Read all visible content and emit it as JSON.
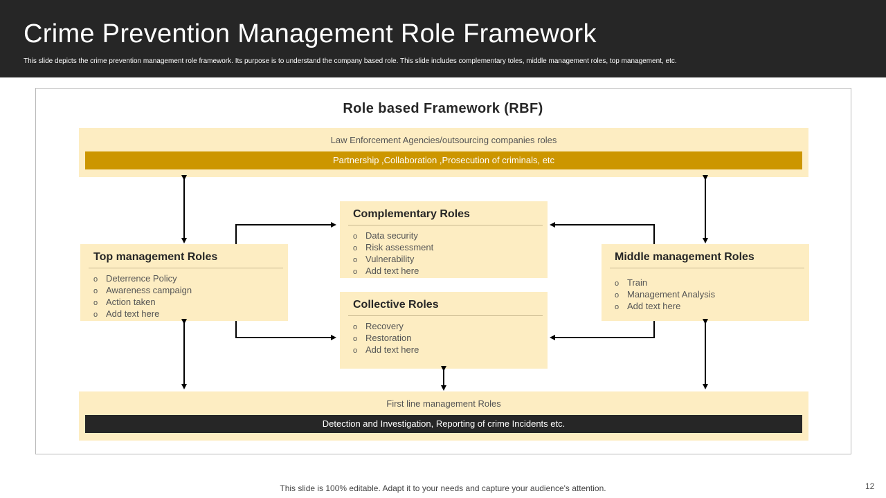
{
  "header": {
    "title": "Crime Prevention Management Role Framework",
    "subtitle": "This slide depicts the crime prevention management  role framework. Its purpose is to understand the company based role. This slide includes complementary toles, middle  management roles, top management,  etc."
  },
  "diagram": {
    "title": "Role based Framework (RBF)",
    "top_band": {
      "label": "Law Enforcement Agencies/outsourcing companies roles",
      "bar": "Partnership ,Collaboration  ,Prosecution of criminals, etc"
    },
    "bottom_band": {
      "label": "First line management  Roles",
      "bar": "Detection and Investigation,  Reporting of crime Incidents etc."
    },
    "boxes": {
      "top_management": {
        "title": "Top management Roles",
        "items": [
          "Deterrence Policy",
          "Awareness campaign",
          "Action taken",
          "Add text here"
        ]
      },
      "complementary": {
        "title": "Complementary Roles",
        "items": [
          "Data security",
          "Risk assessment",
          "Vulnerability",
          "Add text here"
        ]
      },
      "collective": {
        "title": "Collective Roles",
        "items": [
          "Recovery",
          "Restoration",
          "Add text here"
        ]
      },
      "middle_management": {
        "title": "Middle management Roles",
        "items": [
          "Train",
          "Management  Analysis",
          "Add text here"
        ]
      }
    },
    "bullet_glyph": "o"
  },
  "footer": {
    "text": "This slide is 100% editable. Adapt it to your needs and capture your audience's attention.",
    "page_number": "12"
  },
  "colors": {
    "header_bg": "#262626",
    "box_fill": "#fdedc2",
    "accent_gold": "#cc9600",
    "dark_bar": "#262626"
  }
}
